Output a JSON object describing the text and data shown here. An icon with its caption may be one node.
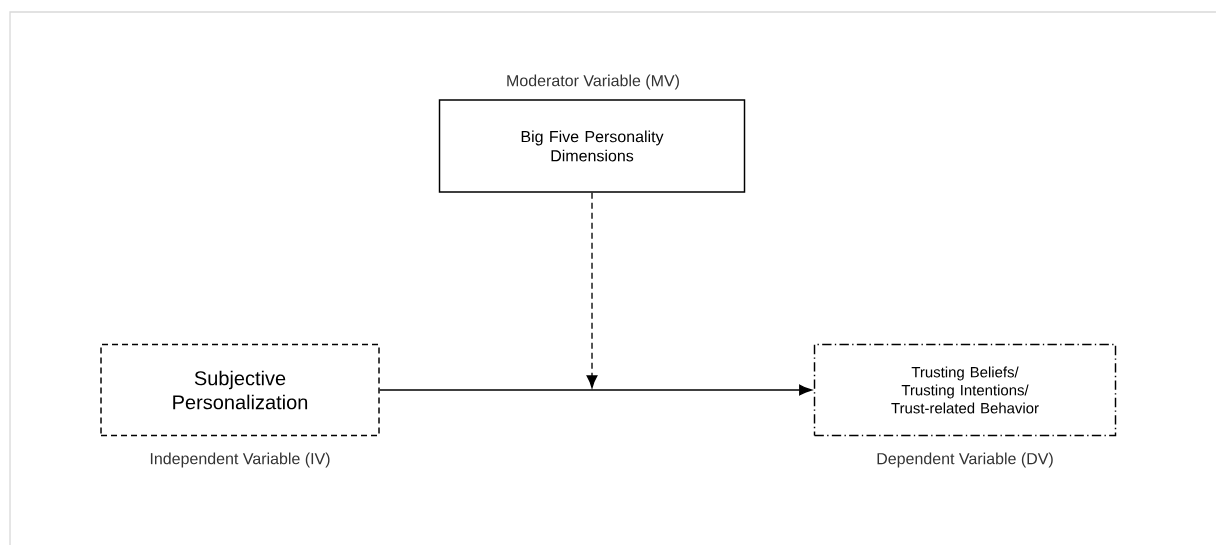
{
  "diagram": {
    "nodes": [
      {
        "text": [
          "Big Five Personality Dimensions"
        ],
        "beside": [
          "Moderator Variable (MV)"
        ]
      },
      {
        "text": [
          "Subjective Personalization"
        ],
        "beside": [
          "Independent Variable (IV)"
        ]
      },
      {
        "text": [
          "Trusting Beliefs/ Trusting Intentions/ Trust-related Behavior"
        ],
        "beside": [
          "Dependent Variable (DV)"
        ]
      }
    ],
    "edges": [
      {
        "from": 1,
        "to": 2,
        "arrow": "to"
      },
      {
        "from": 0,
        "to": null,
        "arrow": "to",
        "style": "dashed"
      }
    ]
  }
}
